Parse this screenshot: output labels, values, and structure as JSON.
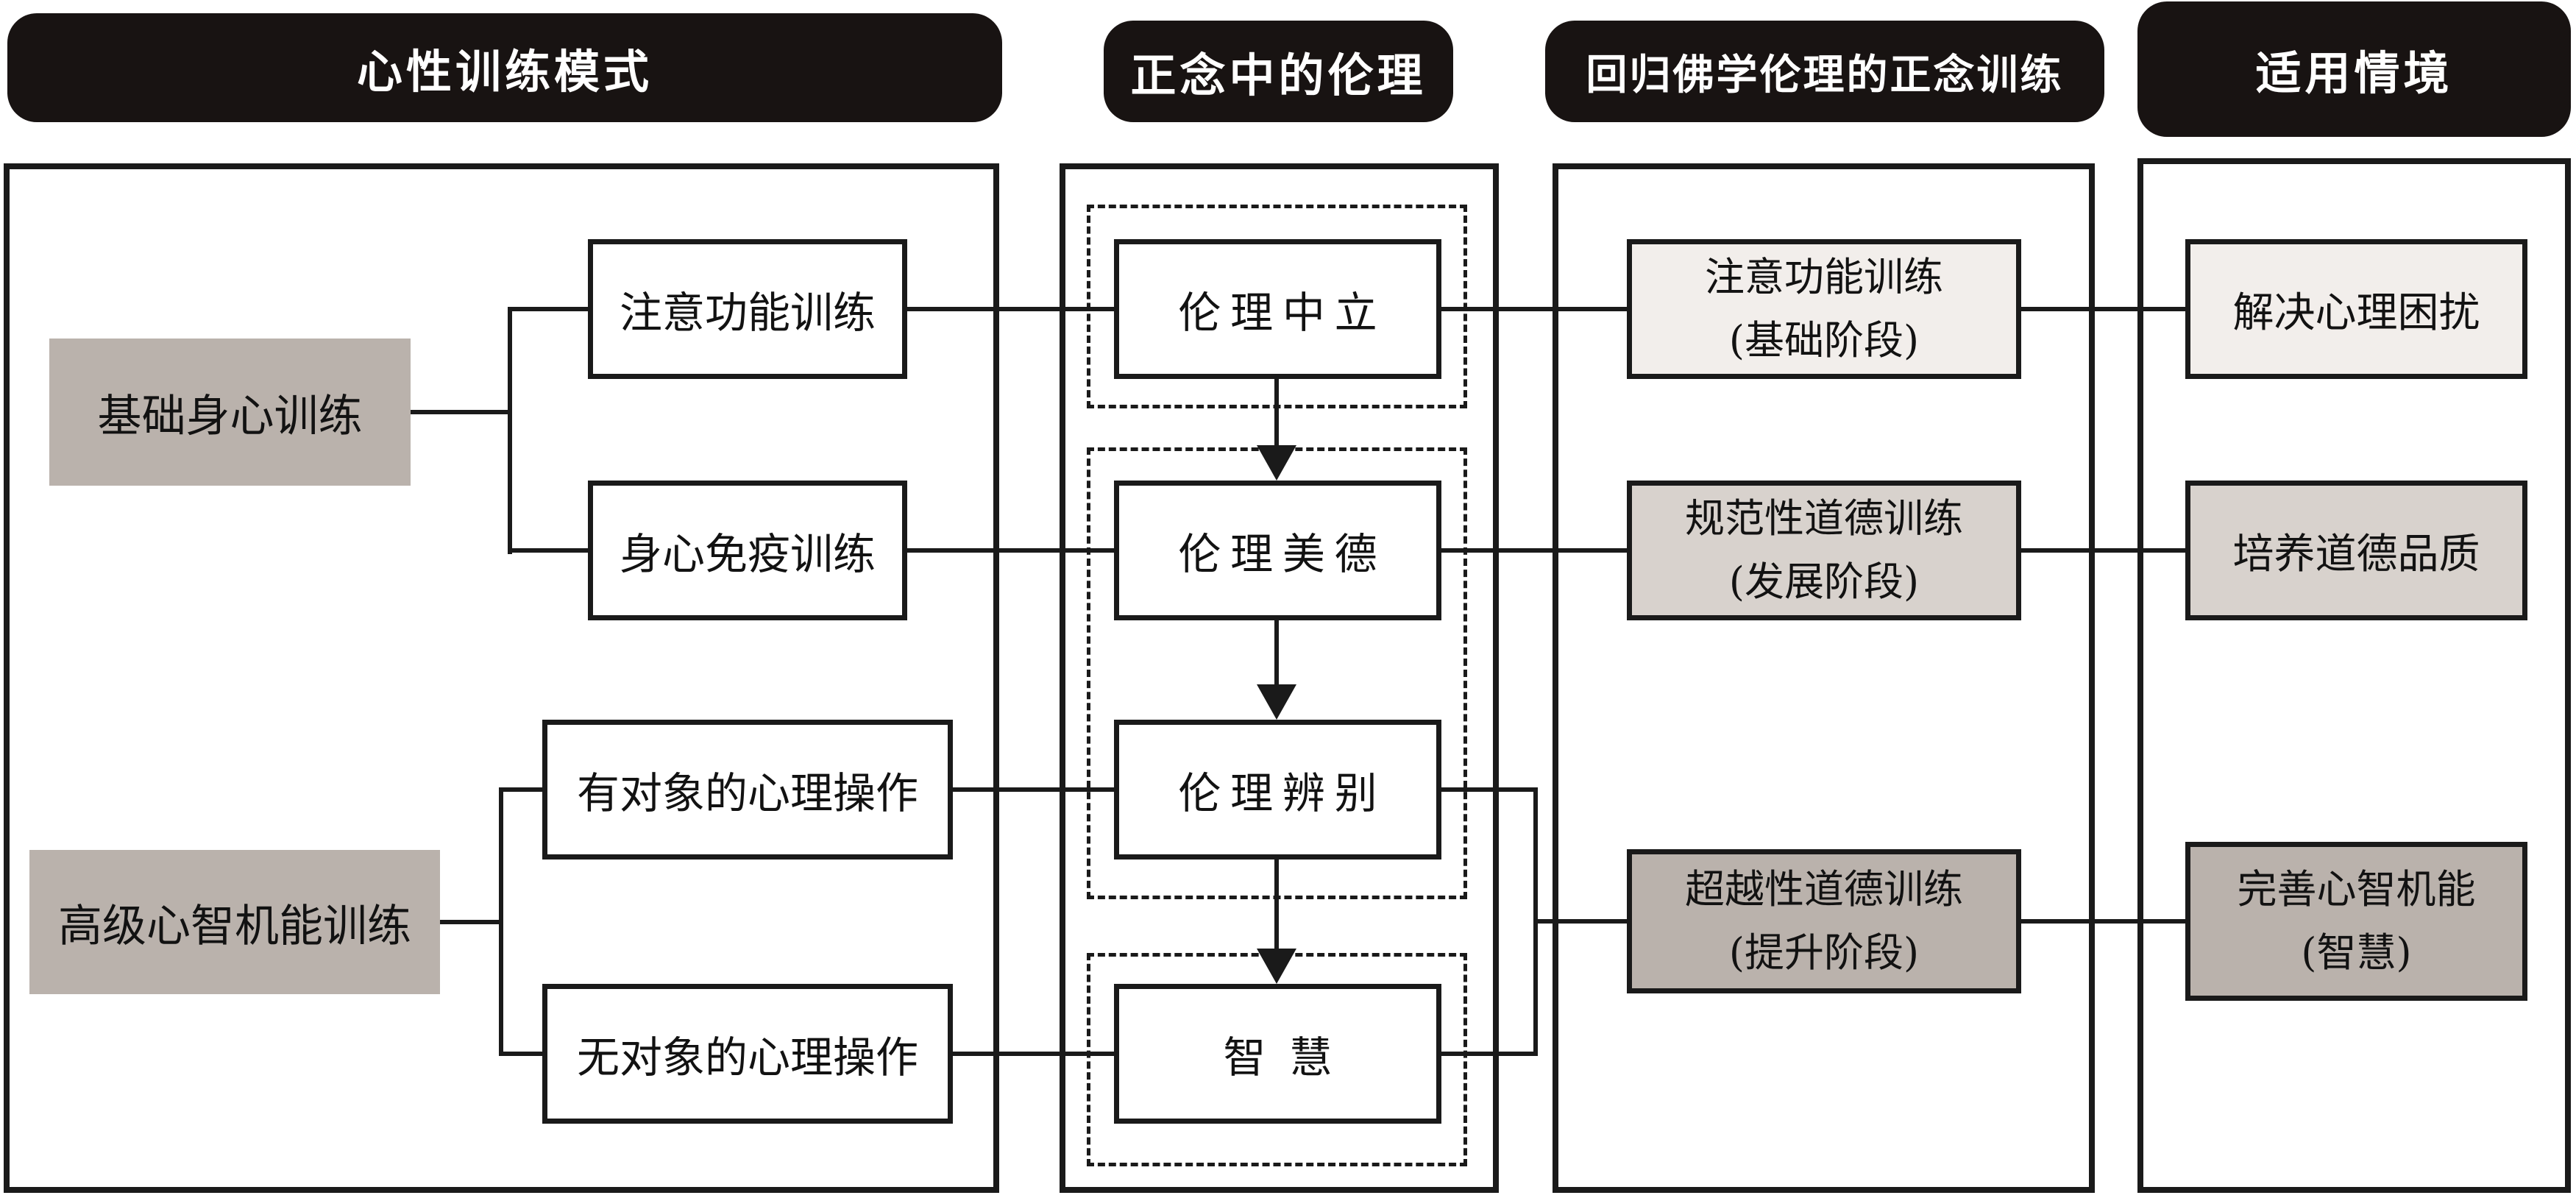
{
  "headers": [
    {
      "label": "心性训练模式"
    },
    {
      "label": "正念中的伦理"
    },
    {
      "label": "回归佛学伦理的正念训练"
    },
    {
      "label": "适用情境"
    }
  ],
  "column1": {
    "parent1": "基础身心训练",
    "child1": "注意功能训练",
    "child2": "身心免疫训练",
    "parent2": "高级心智机能训练",
    "child3": "有对象的心理操作",
    "child4": "无对象的心理操作"
  },
  "column2": {
    "stage1": "伦理中立",
    "stage2": "伦理美德",
    "stage3": "伦理辨别",
    "stage4": "智慧"
  },
  "column3": {
    "box1_line1": "注意功能训练",
    "box1_line2": "(基础阶段)",
    "box2_line1": "规范性道德训练",
    "box2_line2": "(发展阶段)",
    "box3_line1": "超越性道德训练",
    "box3_line2": "(提升阶段)"
  },
  "column4": {
    "box1": "解决心理困扰",
    "box2": "培养道德品质",
    "box3_line1": "完善心智机能",
    "box3_line2": "(智慧)"
  },
  "colors": {
    "header_background": "#181312",
    "header_text": "#ffffff",
    "line_and_border": "#1a1a1a",
    "gray_fill": "#bab2ac",
    "light_fill": "#f2eeeb",
    "mid_fill": "#d8d2cd",
    "page_background": "#ffffff"
  }
}
